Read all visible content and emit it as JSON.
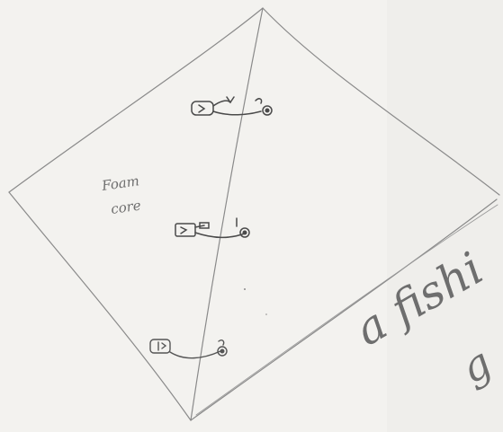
{
  "labels": {
    "core_line1": "Foam",
    "core_line2": "core",
    "side_note_line1": "a fishi",
    "side_note_line2": "g"
  },
  "components": [
    {
      "id": "top",
      "kind": "battery-with-hook-and-bell"
    },
    {
      "id": "middle",
      "kind": "battery-with-hook-and-bell"
    },
    {
      "id": "bottom",
      "kind": "battery-with-hook-and-bell"
    }
  ],
  "colors": {
    "paper": "#f3f2ef",
    "pencil": "#8a8a8a",
    "dark_pencil": "#4a4a4a"
  }
}
